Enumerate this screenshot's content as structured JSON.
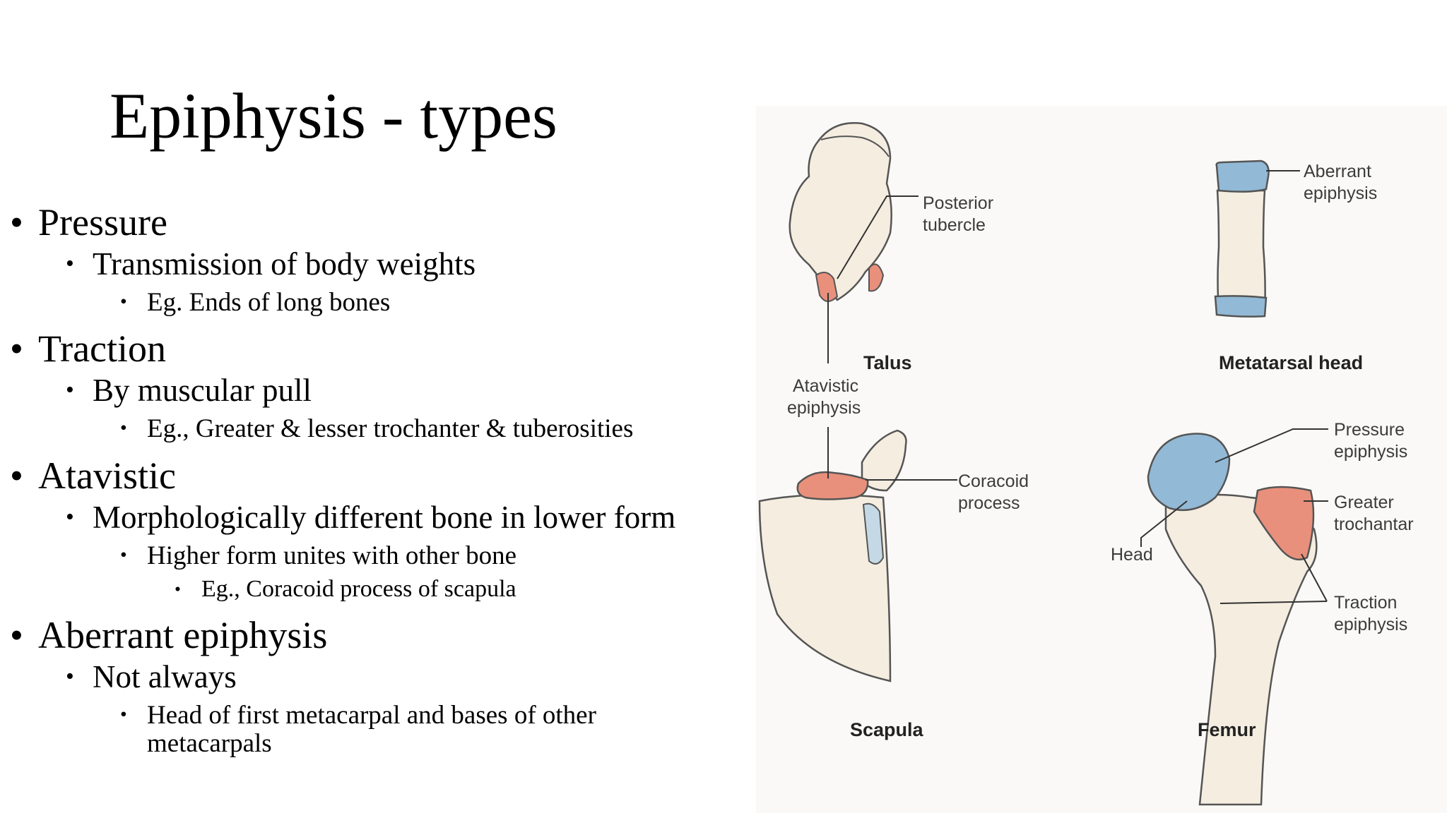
{
  "title": "Epiphysis - types",
  "bullets": {
    "pressure": "Pressure",
    "pressure_sub": "Transmission of body weights",
    "pressure_eg": "Eg. Ends of long bones",
    "traction": "Traction",
    "traction_sub": "By muscular pull",
    "traction_eg": "Eg., Greater & lesser trochanter & tuberosities",
    "atavistic": "Atavistic",
    "atavistic_sub": "Morphologically different bone in lower form",
    "atavistic_sub2": "Higher form unites with other bone",
    "atavistic_eg": "Eg., Coracoid process of scapula",
    "aberrant": "Aberrant epiphysis",
    "aberrant_sub": "Not always",
    "aberrant_eg_line1": "Head of first metacarpal and bases of other",
    "aberrant_eg_line2": "metacarpals"
  },
  "figure": {
    "labels": {
      "posterior_1": "Posterior",
      "posterior_2": "tubercle",
      "aberrant_1": "Aberrant",
      "aberrant_2": "epiphysis",
      "atavistic_1": "Atavistic",
      "atavistic_2": "epiphysis",
      "coracoid_1": "Coracoid",
      "coracoid_2": "process",
      "pressure_1": "Pressure",
      "pressure_2": "epiphysis",
      "greater_1": "Greater",
      "greater_2": "trochantar",
      "head": "Head",
      "traction_1": "Traction",
      "traction_2": "epiphysis"
    },
    "captions": {
      "talus": "Talus",
      "metatarsal": "Metatarsal head",
      "scapula": "Scapula",
      "femur": "Femur"
    },
    "colors": {
      "bone": "#f4ede0",
      "traction_red": "#e8907c",
      "pressure_blue": "#92b9d6",
      "outline": "#555555"
    }
  }
}
